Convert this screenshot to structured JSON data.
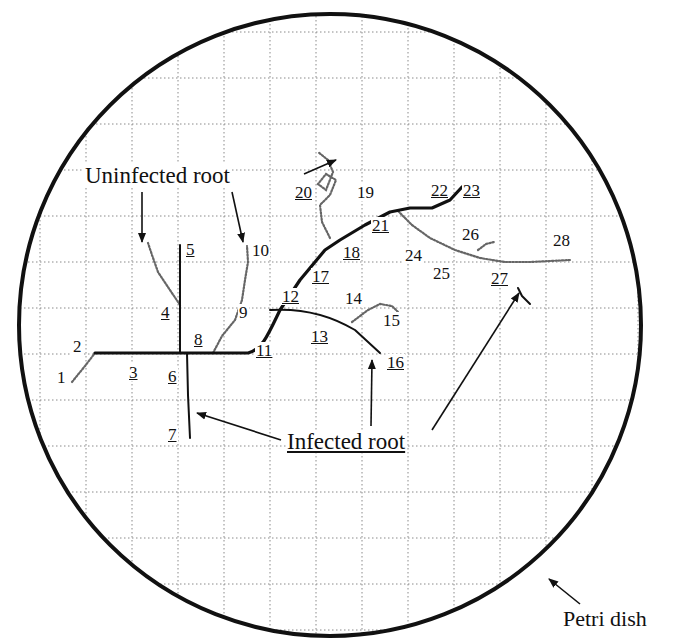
{
  "diagram": {
    "labels": [
      "1",
      "2",
      "3",
      "4",
      "5",
      "6",
      "7",
      "8",
      "9",
      "10",
      "11",
      "12",
      "13",
      "14",
      "15",
      "16",
      "17",
      "18",
      "19",
      "20",
      "21",
      "22",
      "23",
      "24",
      "25",
      "26",
      "27",
      "28",
      "Uninfected root",
      "Infected root",
      "Petri dish"
    ]
  }
}
